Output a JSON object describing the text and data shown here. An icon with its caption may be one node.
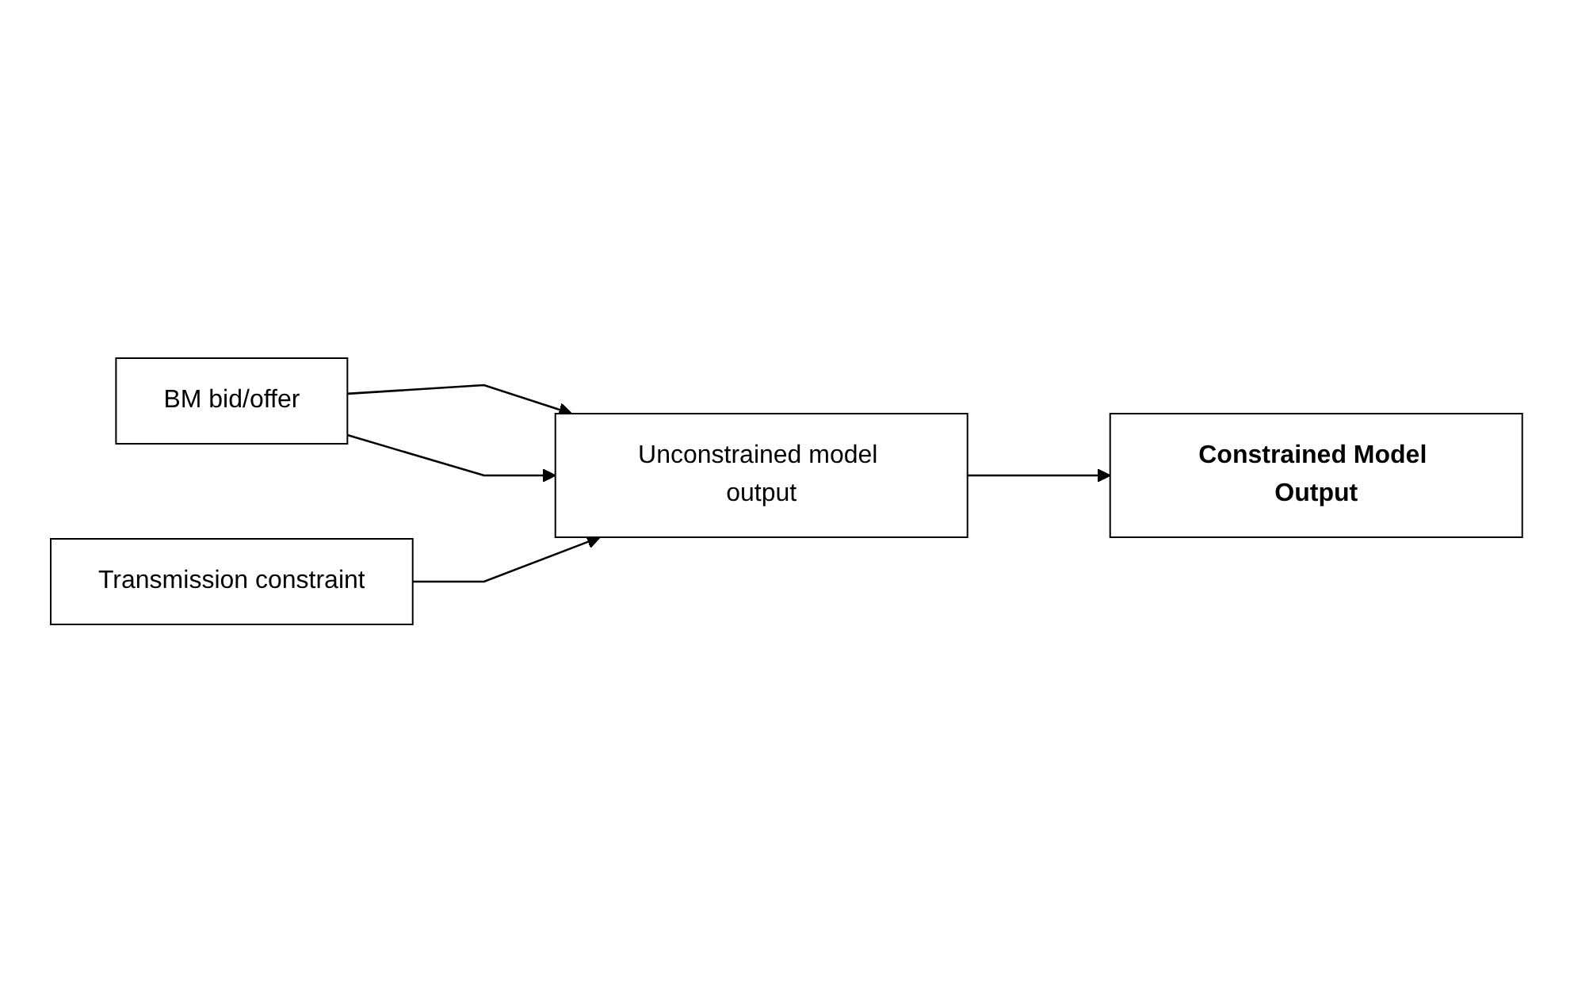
{
  "diagram": {
    "nodes": [
      {
        "text": [
          "BM bid/offer"
        ]
      },
      {
        "text": [
          "Unconstrained model output"
        ]
      },
      {
        "text": [
          "Transmission constraint"
        ]
      },
      {
        "text": [
          "Constrained Model Output"
        ]
      }
    ],
    "edges": [
      {
        "from": 0,
        "to": 1,
        "arrow": "to"
      },
      {
        "from": 0,
        "to": 1,
        "arrow": "to"
      },
      {
        "from": 2,
        "to": 1,
        "arrow": "to"
      },
      {
        "from": 1,
        "to": 3,
        "arrow": "to"
      }
    ]
  }
}
